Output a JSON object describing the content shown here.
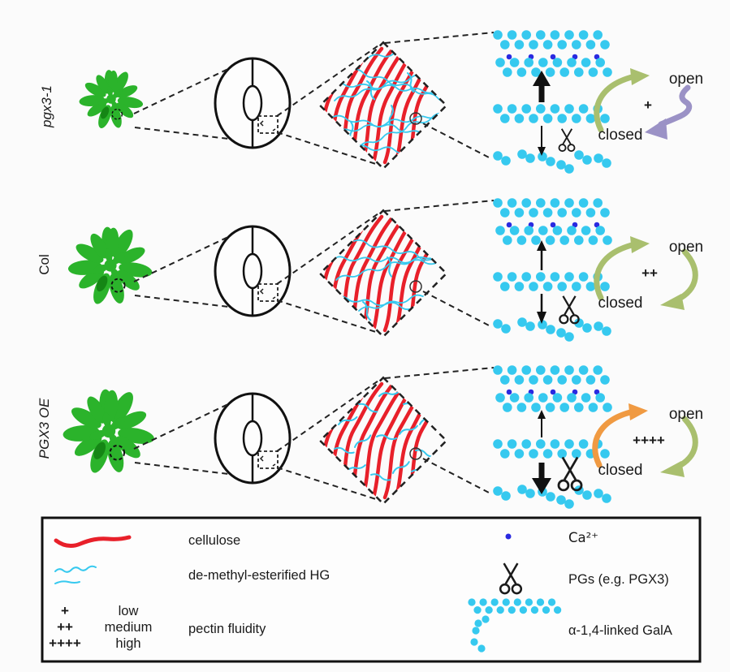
{
  "rows": [
    {
      "label": "pgx3-1",
      "fluidity": "+",
      "open": "open",
      "closed": "closed"
    },
    {
      "label": "Col",
      "fluidity": "++",
      "open": "open",
      "closed": "closed"
    },
    {
      "label": "PGX3 OE",
      "fluidity": "++++",
      "open": "open",
      "closed": "closed"
    }
  ],
  "legend": {
    "cellulose": "cellulose",
    "hg": "de-methyl-esterified HG",
    "pectin_fluidity": "pectin fluidity",
    "levels": [
      {
        "symbol": "+",
        "label": "low"
      },
      {
        "symbol": "++",
        "label": "medium"
      },
      {
        "symbol": "++++",
        "label": "high"
      }
    ],
    "ca": "Ca²⁺",
    "pgs": "PGs (e.g. PGX3)",
    "gala": "α-1,4-linked GalA"
  },
  "colors": {
    "cellulose_red": "#e8202a",
    "hg_cyan": "#36c9ef",
    "calcium_blue": "#2a2ae0",
    "plant_green": "#2bb32b",
    "arrow_olive": "#a9bf6e",
    "arrow_orange": "#f09a42",
    "arrow_purple": "#9b92c6",
    "line_black": "#1a1a1a"
  }
}
